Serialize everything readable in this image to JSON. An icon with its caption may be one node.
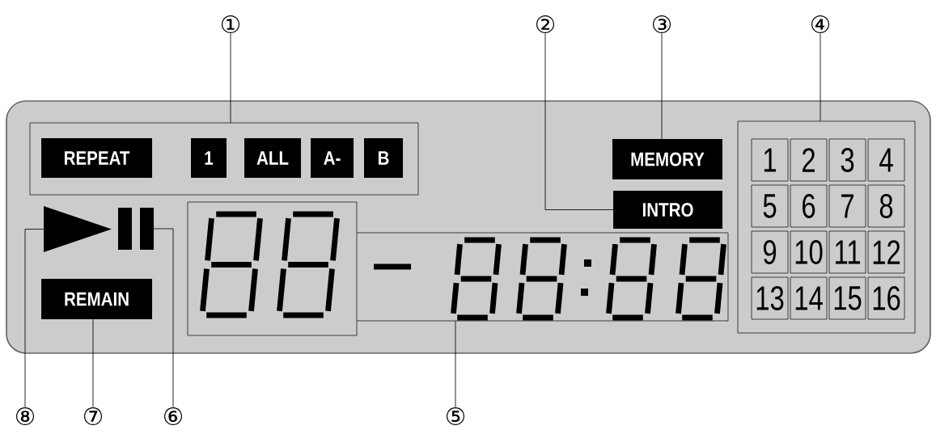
{
  "diagram": {
    "nodes": [
      {
        "text": [],
        "shape": "box"
      },
      {
        "text": [
          "REPEAT",
          "1",
          "ALL",
          "A-",
          "B"
        ],
        "in": 0
      },
      {
        "text": [
          "MEMORY"
        ],
        "in": 0
      },
      {
        "text": [
          "INTRO"
        ],
        "in": 0
      },
      {
        "text": [
          "1",
          "2",
          "3",
          "4",
          "5",
          "6",
          "7",
          "8",
          "9",
          "10",
          "11",
          "12",
          "13",
          "14",
          "15",
          "16"
        ],
        "in": 0
      },
      {
        "text": [],
        "shape": "box",
        "in": 0
      },
      {
        "text": [],
        "shape": "triangle",
        "in": 0
      },
      {
        "text": [],
        "shape": "bar",
        "in": 0
      },
      {
        "text": [
          "REMAIN"
        ],
        "in": 0
      },
      {
        "text": [
          "①"
        ]
      },
      {
        "text": [
          "②"
        ]
      },
      {
        "text": [
          "③"
        ]
      },
      {
        "text": [
          "④"
        ]
      },
      {
        "text": [
          "⑤"
        ]
      },
      {
        "text": [
          "⑥"
        ]
      },
      {
        "text": [
          "⑦"
        ]
      },
      {
        "text": [
          "⑧"
        ]
      }
    ],
    "edges": [
      {
        "from": 9,
        "to": 1,
        "arrow": "none"
      },
      {
        "from": 10,
        "to": 3,
        "arrow": "none"
      },
      {
        "from": 11,
        "to": 2,
        "arrow": "none"
      },
      {
        "from": 12,
        "to": 4,
        "arrow": "none"
      },
      {
        "from": 13,
        "to": 5,
        "arrow": "none"
      },
      {
        "from": 14,
        "to": 7,
        "arrow": "none"
      },
      {
        "from": 15,
        "to": 8,
        "arrow": "none"
      },
      {
        "from": 16,
        "to": 6,
        "arrow": "none"
      }
    ]
  }
}
